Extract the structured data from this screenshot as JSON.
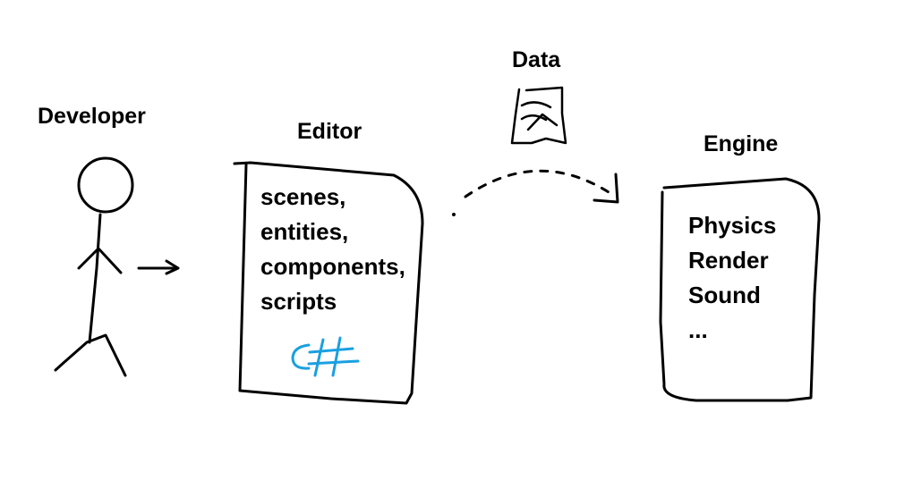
{
  "labels": {
    "developer": "Developer",
    "editor": "Editor",
    "data": "Data",
    "engine": "Engine"
  },
  "editor_items": [
    "scenes,",
    "entities,",
    "components,",
    "scripts"
  ],
  "engine_items": [
    "Physics",
    "Render",
    "Sound",
    "..."
  ],
  "colors": {
    "ink": "#000000",
    "csharp_mark": "#1aa0e0"
  },
  "icons": {
    "developer": "stick-figure-icon",
    "data": "paper-sheet-icon",
    "language": "csharp-logo-icon"
  }
}
